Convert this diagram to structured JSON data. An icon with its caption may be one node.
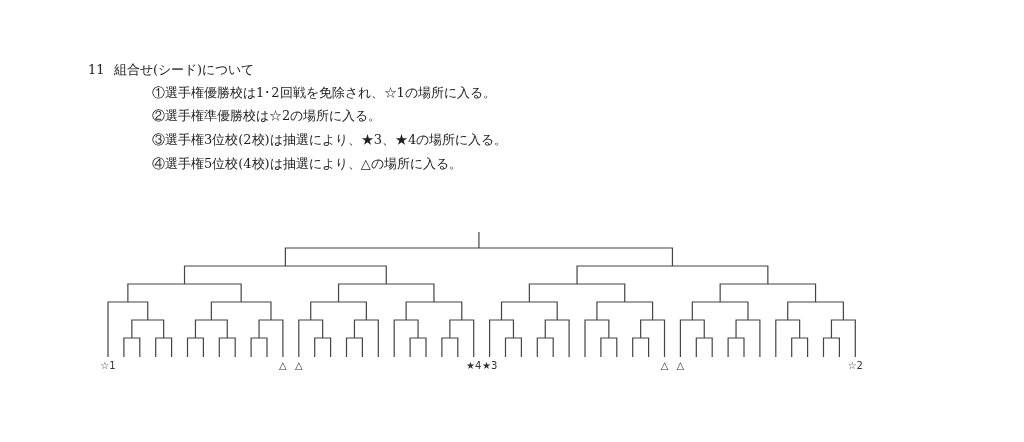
{
  "diagram": {
    "labels": [
      "11",
      "組合せ(シード)について",
      "①選手権優勝校は1･2回戦を免除され、☆1の場所に入る。",
      "②選手権準優勝校は☆2の場所に入る。",
      "③選手権3位校(2校)は抽選により、★3、★4の場所に入る。",
      "④選手権5位校(4校)は抽選により、△の場所に入る。",
      "☆1",
      "△",
      "△",
      "★4",
      "★3",
      "△",
      "△",
      "☆2"
    ]
  }
}
